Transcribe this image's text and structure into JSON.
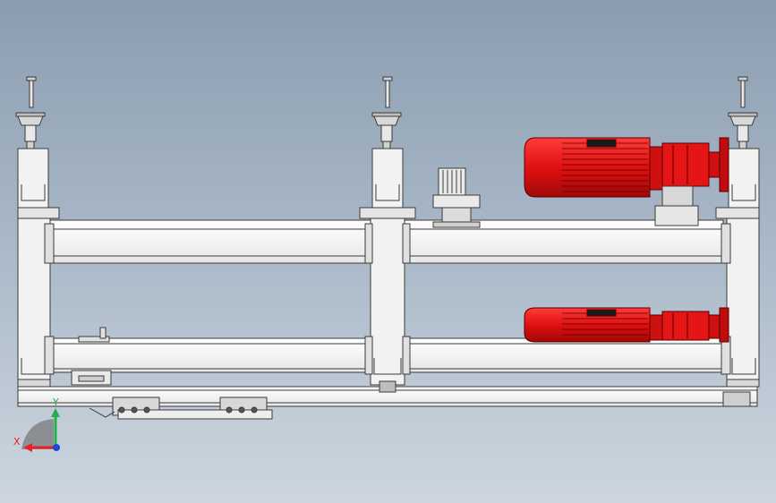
{
  "axis_triad": {
    "x_label": "X",
    "y_label": "Y",
    "x_color": "#e8202a",
    "y_color": "#22b04a",
    "z_color": "#2244dd"
  },
  "colors": {
    "background_top": "#8a9db0",
    "background_bottom": "#cdd6df",
    "frame_fill": "#f2f2f2",
    "outline": "#3a3a3a",
    "motor_red": "#e01010",
    "motor_dark": "#7a0a0a"
  },
  "scene": {
    "frame_posts": 3,
    "leveling_feet": 3,
    "motors": 2,
    "gearboxes": 2
  }
}
